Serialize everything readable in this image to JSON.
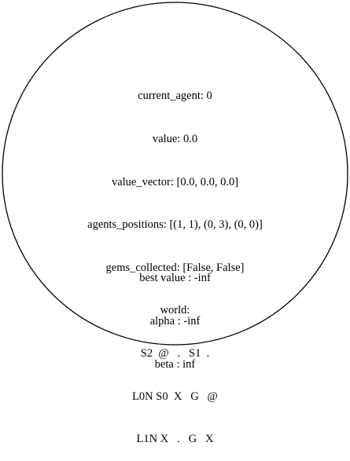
{
  "state": {
    "current_agent": "current_agent: 0",
    "value": "value: 0.0",
    "value_vector": "value_vector: [0.0, 0.0, 0.0]",
    "agents_positions": "agents_positions: [(1, 1), (0, 3), (0, 0)]",
    "gems_collected": "gems_collected: [False, False]",
    "world_label": "world:",
    "world_rows": [
      "S2  @   .   S1  .",
      "L0N S0  X   G   @",
      "L1N X   .   G   X"
    ]
  },
  "search": {
    "best_value": "best value : -inf",
    "alpha": "alpha : -inf",
    "beta": "beta : inf"
  },
  "colors": {
    "stroke": "#000000",
    "background": "#ffffff",
    "text": "#000000"
  }
}
